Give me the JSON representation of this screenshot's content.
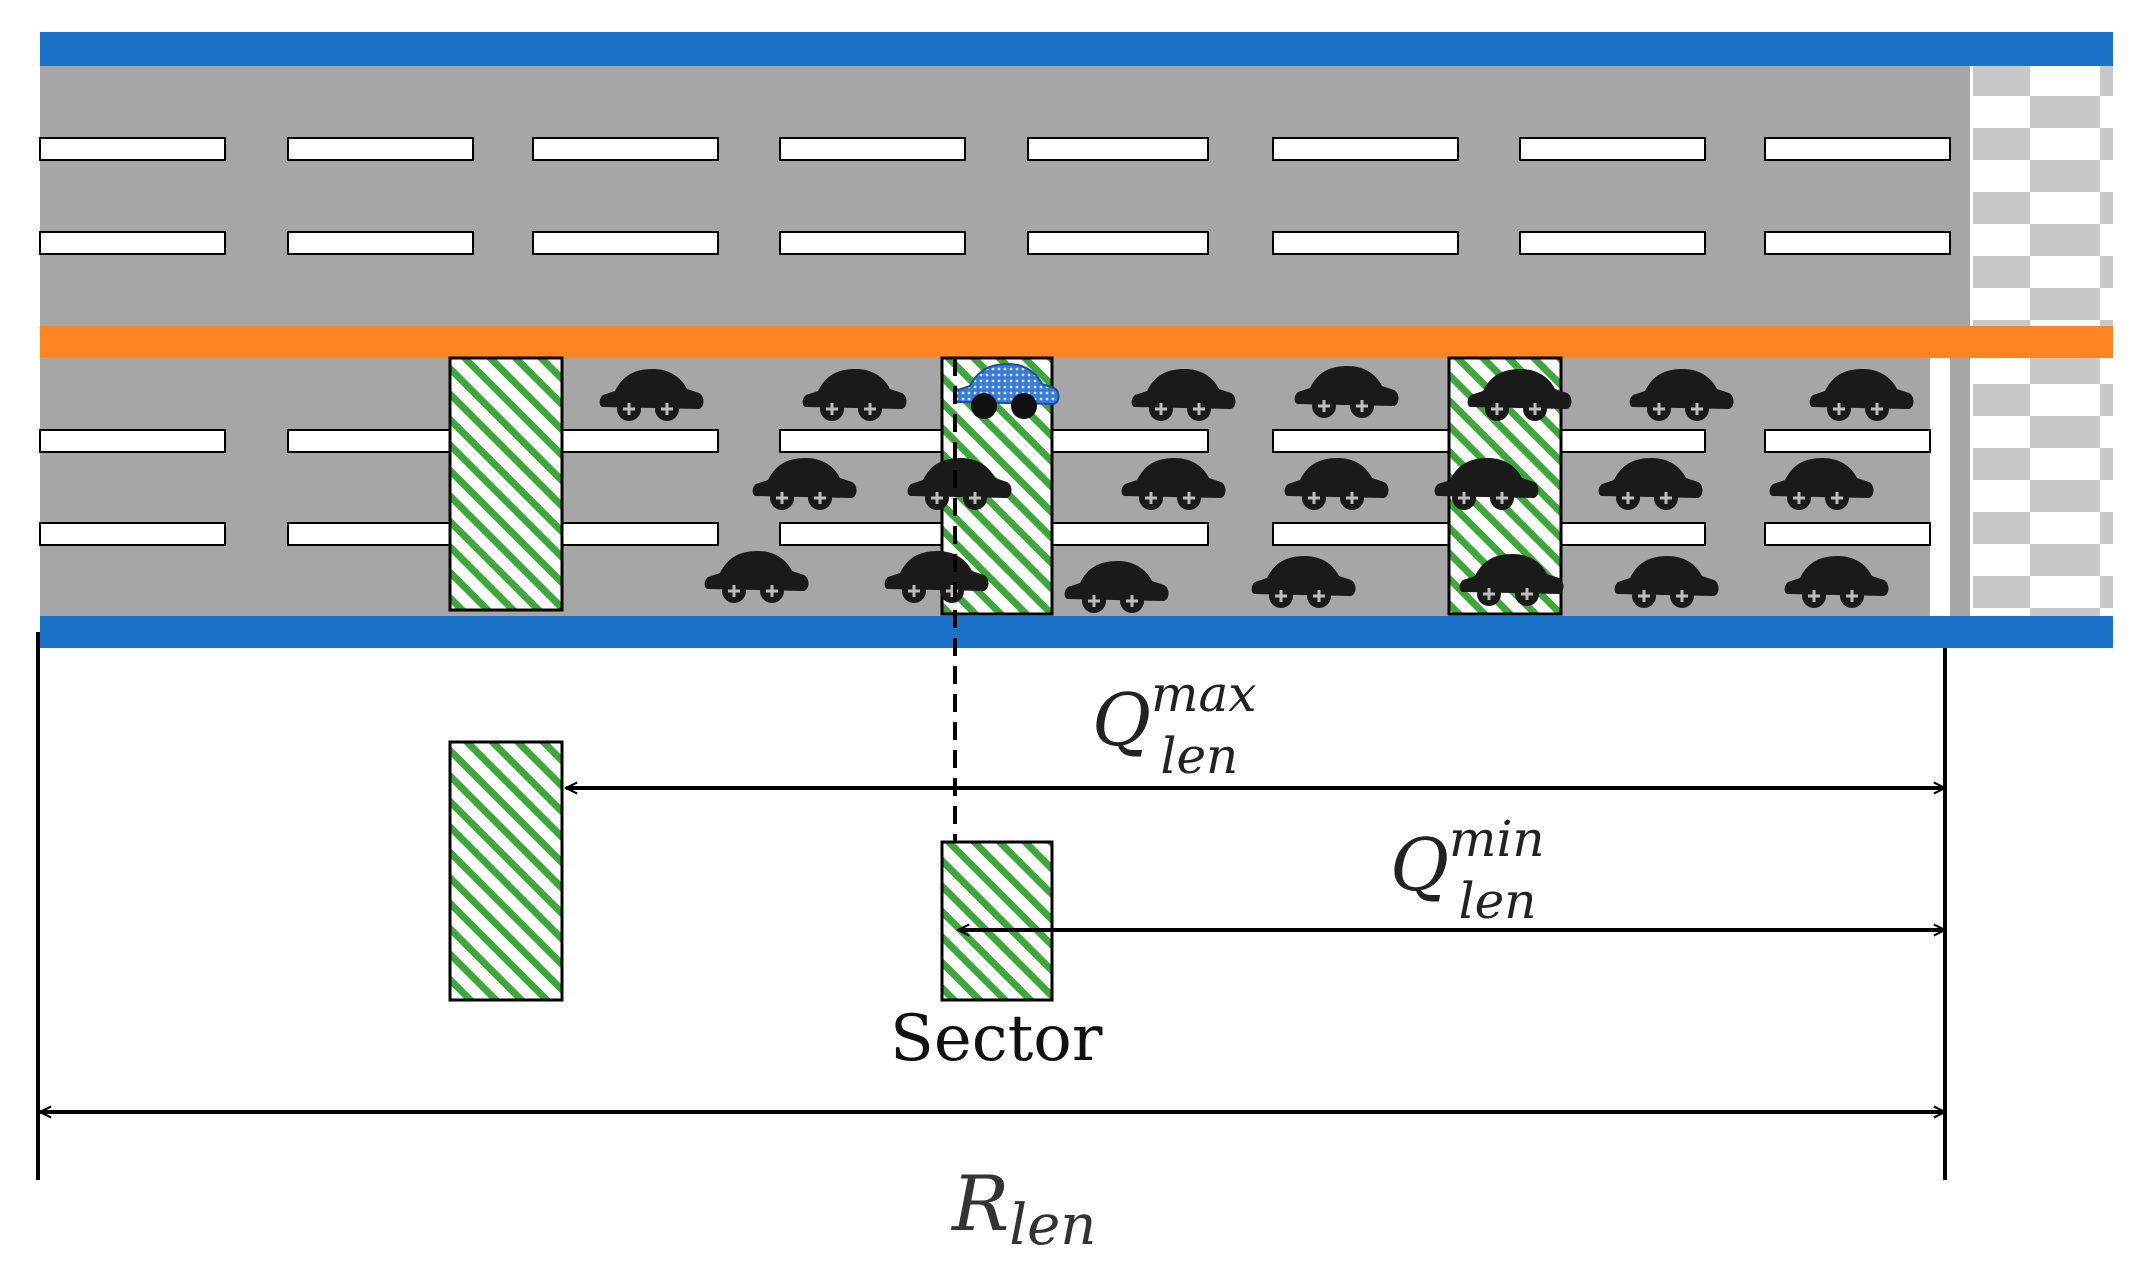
{
  "labels": {
    "q_max": {
      "base": "Q",
      "sup": "max",
      "sub": "len"
    },
    "q_min": {
      "base": "Q",
      "sup": "min",
      "sub": "len"
    },
    "r_len": {
      "base": "R",
      "sub": "len"
    },
    "sector": "Sector"
  },
  "colors": {
    "road_surface": "#a6a6a6",
    "road_edge": "#1a73c8",
    "median": "#ff8424",
    "lane_marking": "#ffffff",
    "sector_hatch": "#3da83a",
    "vehicle": "#1a1a1a",
    "ego_vehicle": "#3a7bd5",
    "stop_line_checker": "#c8c8c8"
  }
}
